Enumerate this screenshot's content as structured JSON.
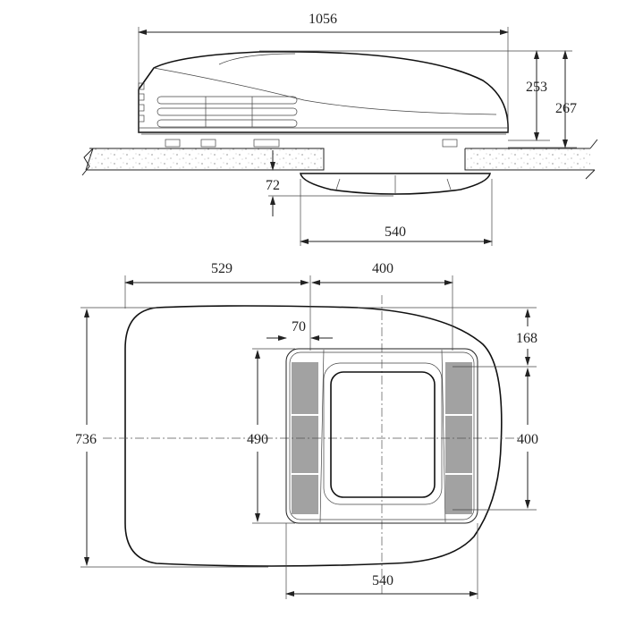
{
  "side_view": {
    "overall_length": "1056",
    "height_unit": "253",
    "height_total": "267",
    "interior_depth": "72",
    "interior_width": "540"
  },
  "top_view": {
    "rear_offset": "529",
    "opening_length": "400",
    "grille_offset": "70",
    "front_offset": "168",
    "overall_width": "736",
    "interior_length": "490",
    "opening_width": "400",
    "interior_width": "540"
  }
}
